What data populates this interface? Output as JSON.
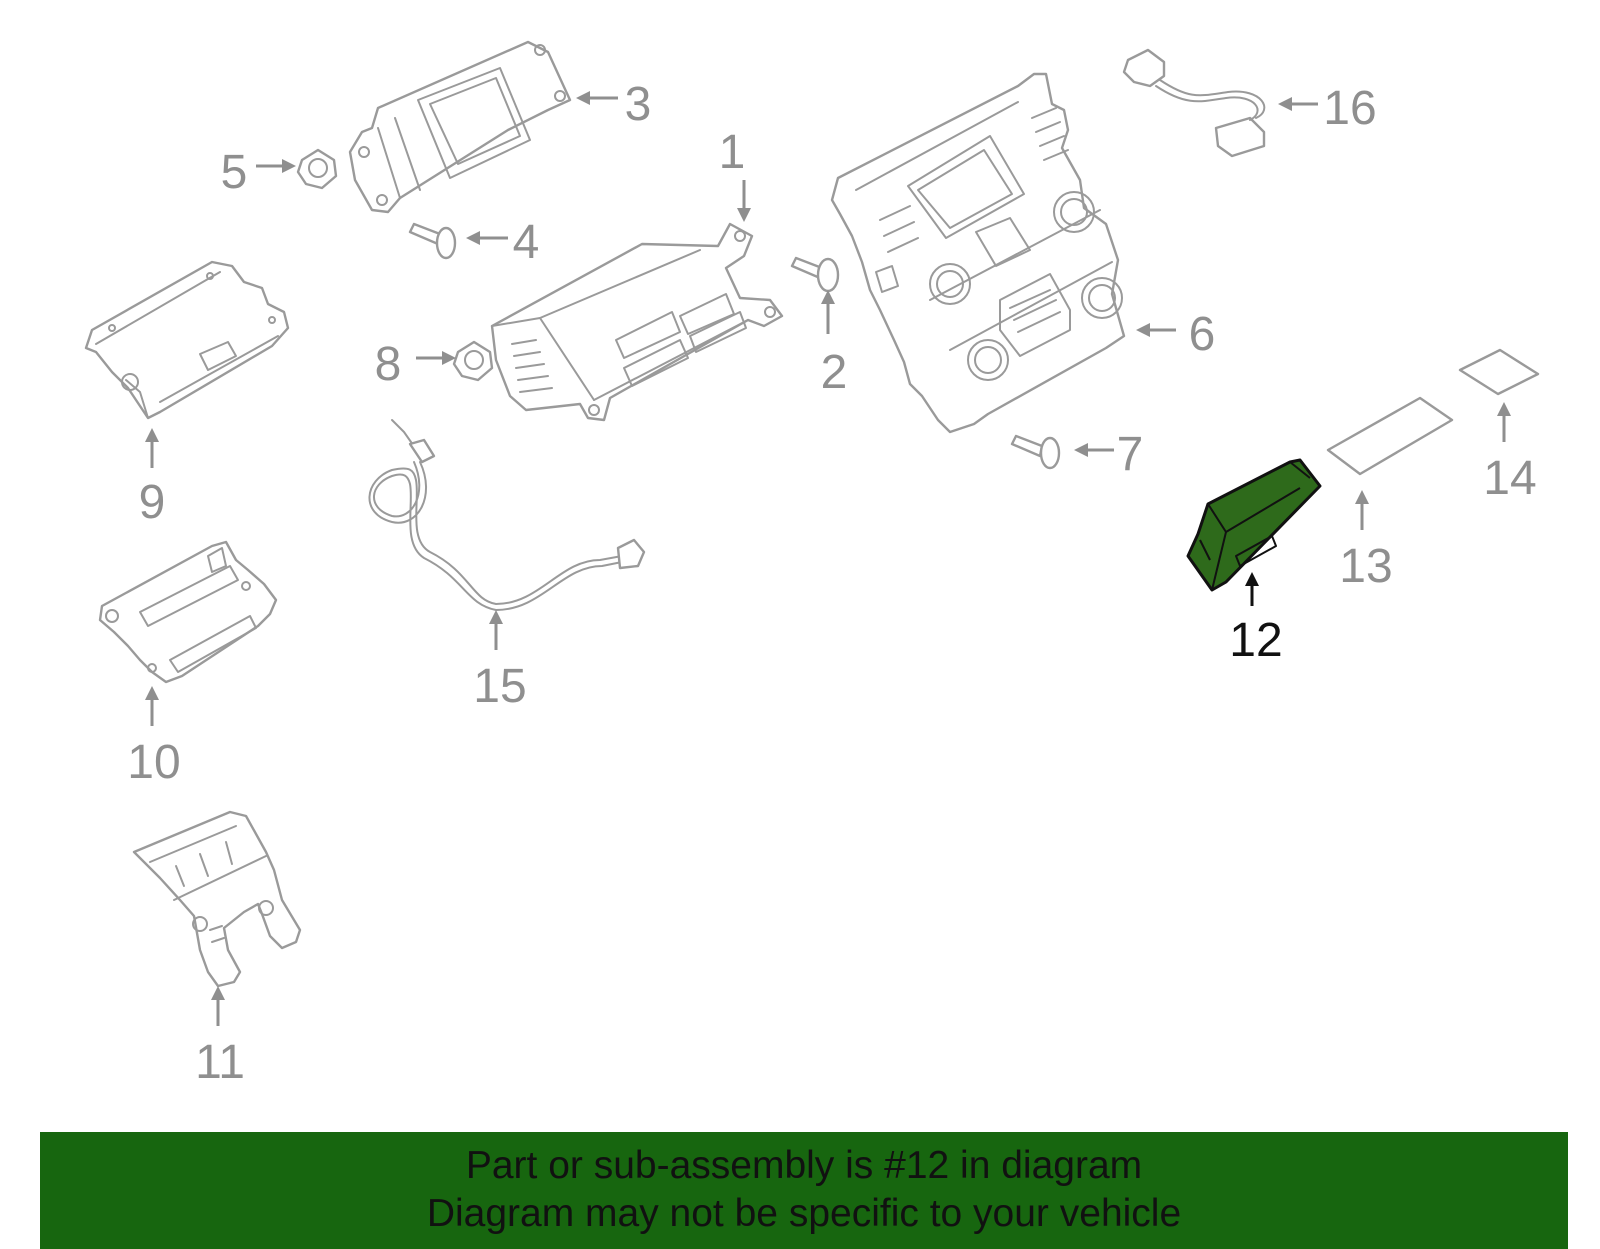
{
  "callouts": {
    "c1": "1",
    "c2": "2",
    "c3": "3",
    "c4": "4",
    "c5": "5",
    "c6": "6",
    "c7": "7",
    "c8": "8",
    "c9": "9",
    "c10": "10",
    "c11": "11",
    "c12": "12",
    "c13": "13",
    "c14": "14",
    "c15": "15",
    "c16": "16"
  },
  "highlighted_part": "12",
  "colors": {
    "highlight_fill": "#2e6a1b",
    "banner_background": "#17660f",
    "line_gray": "#9a9a9a",
    "text_gray": "#8f8f8f",
    "highlight_text": "#111111"
  },
  "banner": {
    "line1": "Part or sub-assembly is #12 in diagram",
    "line2": "Diagram may not be specific to your vehicle"
  }
}
